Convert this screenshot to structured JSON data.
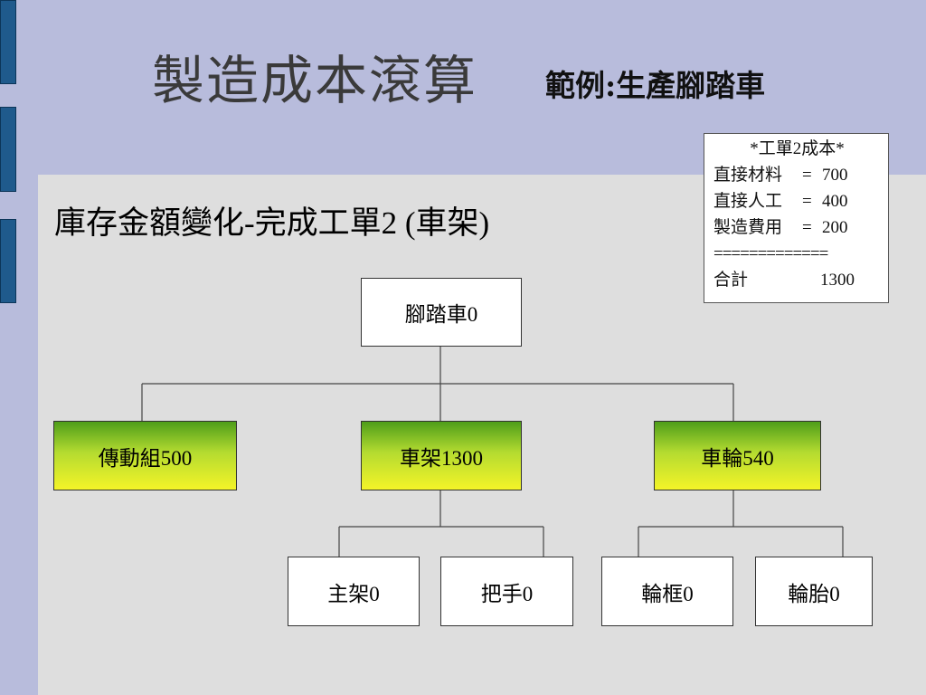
{
  "slide": {
    "title": "製造成本滾算",
    "subtitle": "範例:生產腳踏車",
    "section_heading": "庫存金額變化-完成工單2 (車架)"
  },
  "cost_box": {
    "title": "*工單2成本*",
    "rows": [
      {
        "label": "直接材料",
        "eq": "=",
        "value": "700"
      },
      {
        "label": "直接人工",
        "eq": "=",
        "value": "400"
      },
      {
        "label": "製造費用",
        "eq": "=",
        "value": "200"
      }
    ],
    "separator": "=============",
    "total_label": "合計",
    "total_value": "1300"
  },
  "tree": {
    "root": "腳踏車0",
    "level1": [
      "傳動組500",
      "車架1300",
      "車輪540"
    ],
    "frame_children": [
      "主架0",
      "把手0"
    ],
    "wheel_children": [
      "輪框0",
      "輪胎0"
    ]
  },
  "colors": {
    "background": "#b8bcdc",
    "content_panel": "#dedede",
    "left_tab": "#1f5a8c",
    "highlight_top": "#4f9e1a",
    "highlight_bottom": "#f4f428"
  }
}
